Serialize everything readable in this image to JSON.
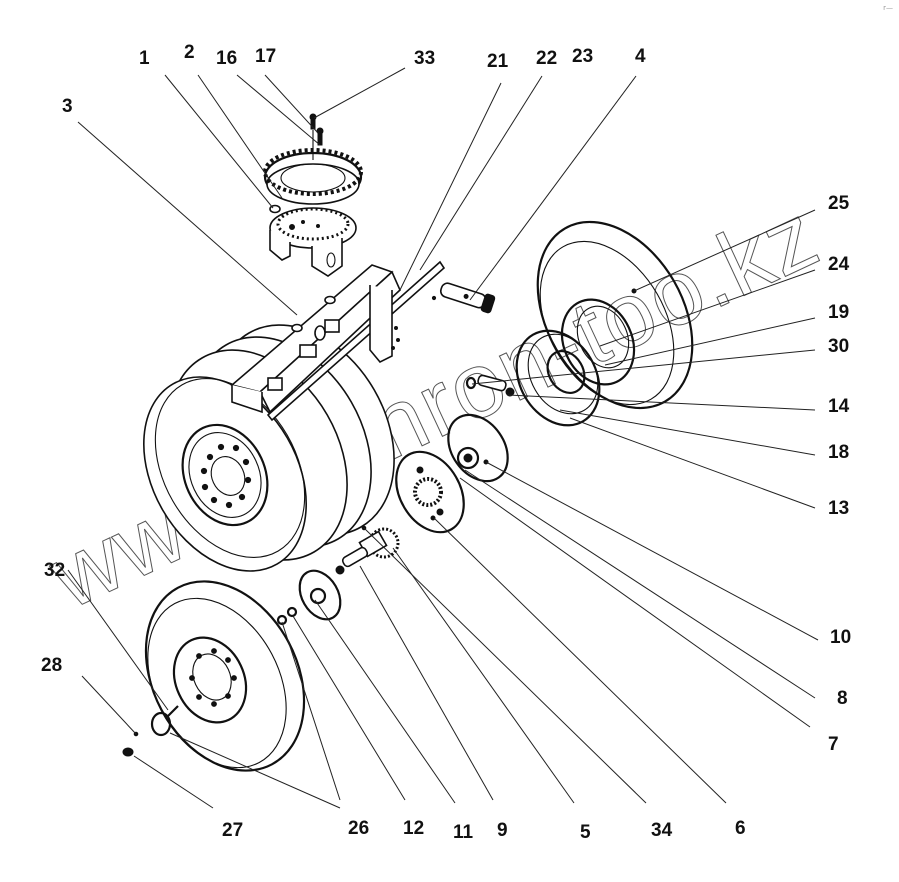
{
  "diagram": {
    "title": "Exploded view — wheel axle / bogie assembly",
    "watermark": "www.sinhron-too.kz",
    "corner_mark": "r—",
    "callouts": [
      {
        "id": "1",
        "label": "1"
      },
      {
        "id": "2",
        "label": "2"
      },
      {
        "id": "16",
        "label": "16"
      },
      {
        "id": "17",
        "label": "17"
      },
      {
        "id": "33",
        "label": "33"
      },
      {
        "id": "3",
        "label": "3"
      },
      {
        "id": "21",
        "label": "21"
      },
      {
        "id": "22",
        "label": "22"
      },
      {
        "id": "23",
        "label": "23"
      },
      {
        "id": "4",
        "label": "4"
      },
      {
        "id": "25",
        "label": "25"
      },
      {
        "id": "24",
        "label": "24"
      },
      {
        "id": "19",
        "label": "19"
      },
      {
        "id": "30",
        "label": "30"
      },
      {
        "id": "14",
        "label": "14"
      },
      {
        "id": "18",
        "label": "18"
      },
      {
        "id": "13",
        "label": "13"
      },
      {
        "id": "10",
        "label": "10"
      },
      {
        "id": "8",
        "label": "8"
      },
      {
        "id": "7",
        "label": "7"
      },
      {
        "id": "6",
        "label": "6"
      },
      {
        "id": "34",
        "label": "34"
      },
      {
        "id": "5",
        "label": "5"
      },
      {
        "id": "9",
        "label": "9"
      },
      {
        "id": "11",
        "label": "11"
      },
      {
        "id": "12",
        "label": "12"
      },
      {
        "id": "26",
        "label": "26"
      },
      {
        "id": "27",
        "label": "27"
      },
      {
        "id": "28",
        "label": "28"
      },
      {
        "id": "32",
        "label": "32"
      }
    ],
    "parts": [
      "slewing-ring-bearing",
      "turntable-bracket",
      "bogie-frame",
      "axle-pin",
      "rear-dual-wheel-assembly",
      "right-wheel-tire",
      "wheel-hub",
      "brake-drum",
      "hub-flange",
      "gear-shaft",
      "front-left-wheel",
      "hub-cap"
    ]
  }
}
